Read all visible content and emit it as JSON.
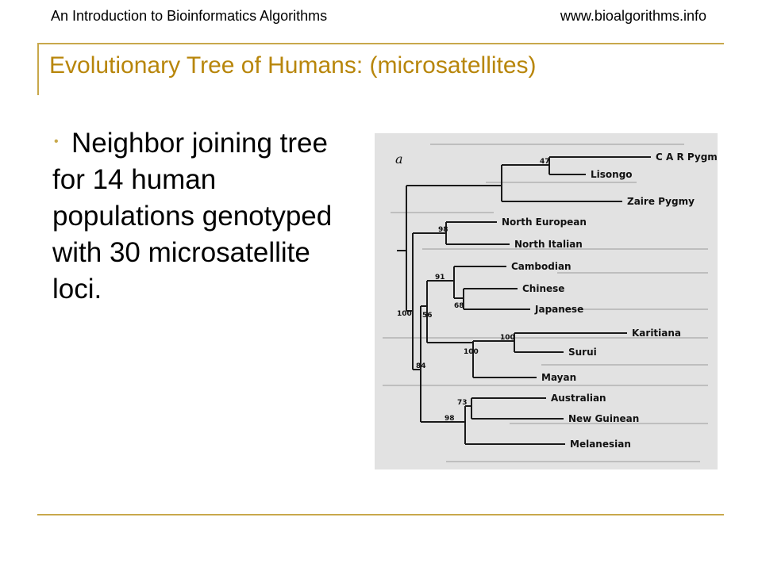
{
  "header": {
    "left": "An Introduction to Bioinformatics Algorithms",
    "right": "www.bioalgorithms.info"
  },
  "title": "Evolutionary Tree of Humans:  (microsatellites)",
  "bullet": "Neighbor joining tree for 14 human populations genotyped with 30 microsatellite loci.",
  "tree": {
    "panel_label": "a",
    "leaves": [
      "C A R  Pygmy",
      "Lisongo",
      "Zaire Pygmy",
      "North European",
      "North Italian",
      "Cambodian",
      "Chinese",
      "Japanese",
      "Karitiana",
      "Surui",
      "Mayan",
      "Australian",
      "New Guinean",
      "Melanesian"
    ],
    "bootstrap": [
      "47",
      "98",
      "91",
      "68",
      "100",
      "56",
      "100",
      "100",
      "84",
      "73",
      "98"
    ]
  },
  "colors": {
    "frame": "#c8a84b",
    "title": "#b8860b",
    "tree_bg": "#e2e2e2"
  }
}
